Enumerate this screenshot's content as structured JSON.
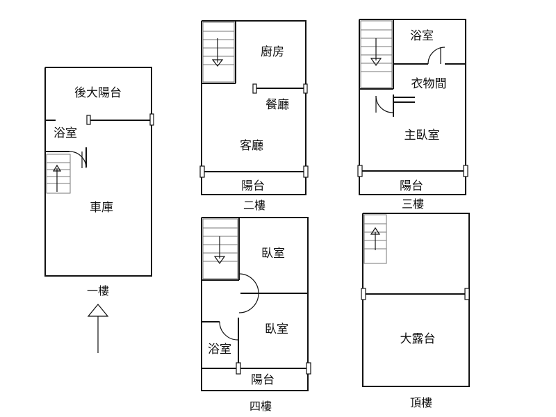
{
  "floors": {
    "first": {
      "caption": "一樓",
      "rooms": {
        "balcony": "後大陽台",
        "bath": "浴室",
        "garage": "車庫"
      }
    },
    "second": {
      "caption": "二樓",
      "rooms": {
        "kitchen": "廚房",
        "dining": "餐廳",
        "living": "客廳",
        "balcony": "陽台"
      }
    },
    "third": {
      "caption": "三樓",
      "rooms": {
        "bath": "浴室",
        "closet": "衣物間",
        "master": "主臥室",
        "balcony": "陽台"
      }
    },
    "fourth": {
      "caption": "四樓",
      "rooms": {
        "bedroom1": "臥室",
        "bedroom2": "臥室",
        "bath": "浴室",
        "balcony": "陽台"
      }
    },
    "top": {
      "caption": "頂樓",
      "rooms": {
        "terrace": "大露台"
      }
    }
  }
}
